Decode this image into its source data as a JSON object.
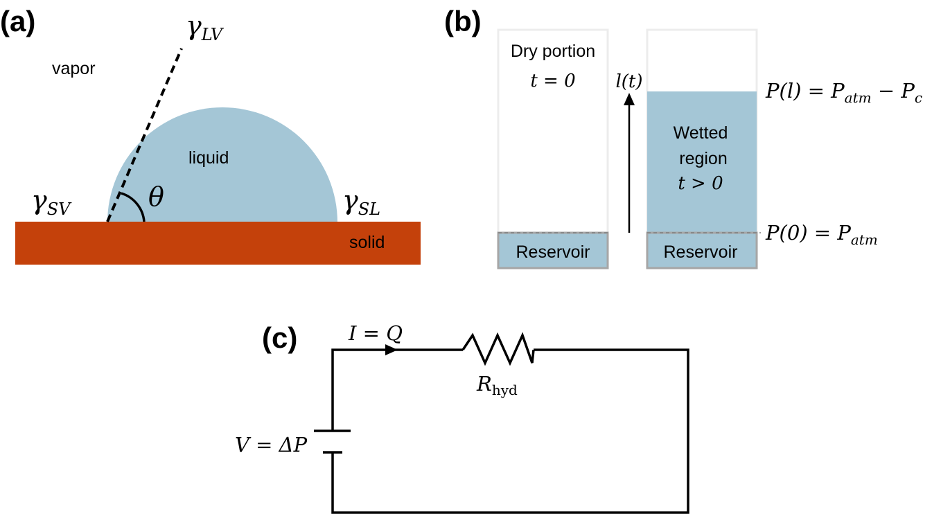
{
  "panel_a": {
    "tag": "(a)",
    "vapor": "vapor",
    "liquid": "liquid",
    "solid": "solid",
    "gamma": "γ",
    "sub_lv": "LV",
    "sub_sv": "SV",
    "sub_sl": "SL",
    "theta": "θ",
    "colors": {
      "liquid": "#a4c6d6",
      "solid": "#c4410b"
    }
  },
  "panel_b": {
    "tag": "(b)",
    "dry_portion": "Dry portion",
    "t_zero": "t = 0",
    "length_label": "l(t)",
    "wetted_line1": "Wetted",
    "wetted_line2": "region",
    "t_positive": "t > 0",
    "reservoir_left": "Reservoir",
    "reservoir_right": "Reservoir",
    "p_top_lhs": "P(l) = ",
    "p_top_main": "P",
    "p_top_sub1": "atm",
    "p_top_minus": " − P",
    "p_top_sub2": "c",
    "p_bot_lhs": "P(0) = ",
    "p_bot_main": "P",
    "p_bot_sub": "atm",
    "colors": {
      "fluid": "#a4c6d6",
      "wall": "#ececec",
      "reservoir_wall": "#a6a6a6"
    }
  },
  "panel_c": {
    "tag": "(c)",
    "current": "I = Q",
    "resistor_main": "R",
    "resistor_sub": "hyd",
    "source": "V = ΔP"
  }
}
